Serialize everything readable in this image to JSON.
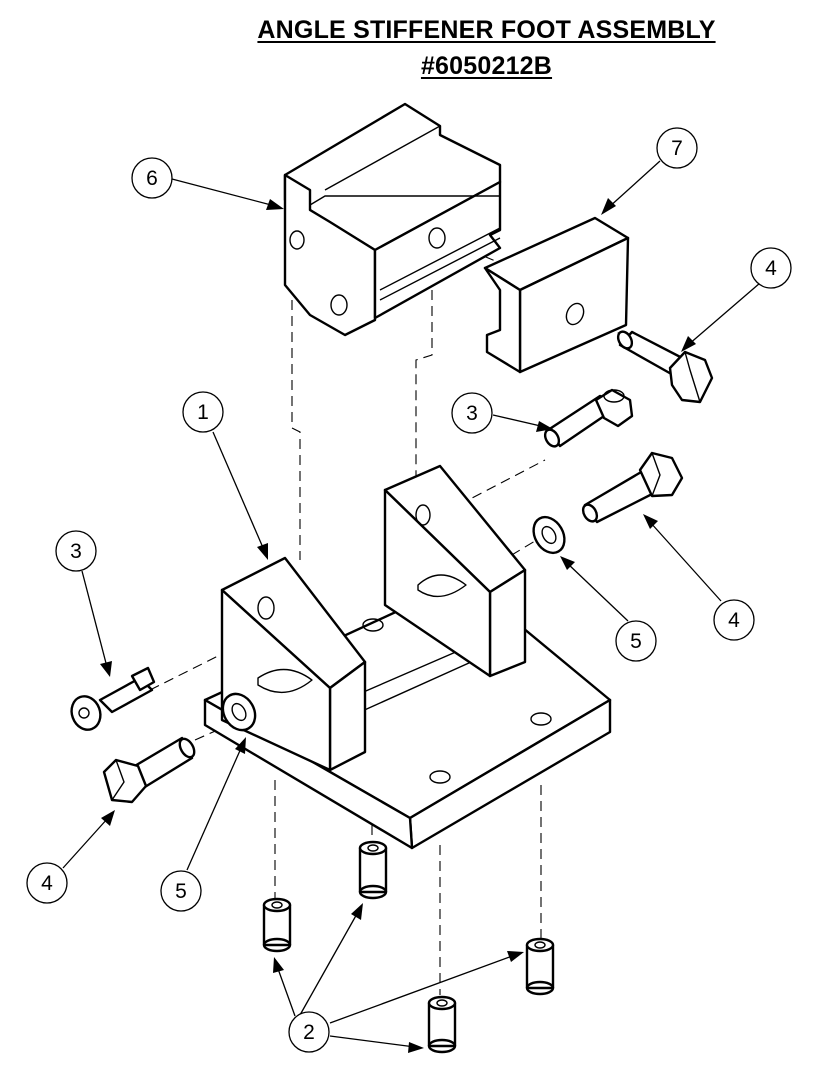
{
  "title": "ANGLE STIFFENER FOOT ASSEMBLY",
  "part_number": "#6050212B",
  "balloons": {
    "b1": "1",
    "b2": "2",
    "b3a": "3",
    "b3b": "3",
    "b4a": "4",
    "b4b": "4",
    "b4c": "4",
    "b5a": "5",
    "b5b": "5",
    "b6": "6",
    "b7": "7"
  }
}
